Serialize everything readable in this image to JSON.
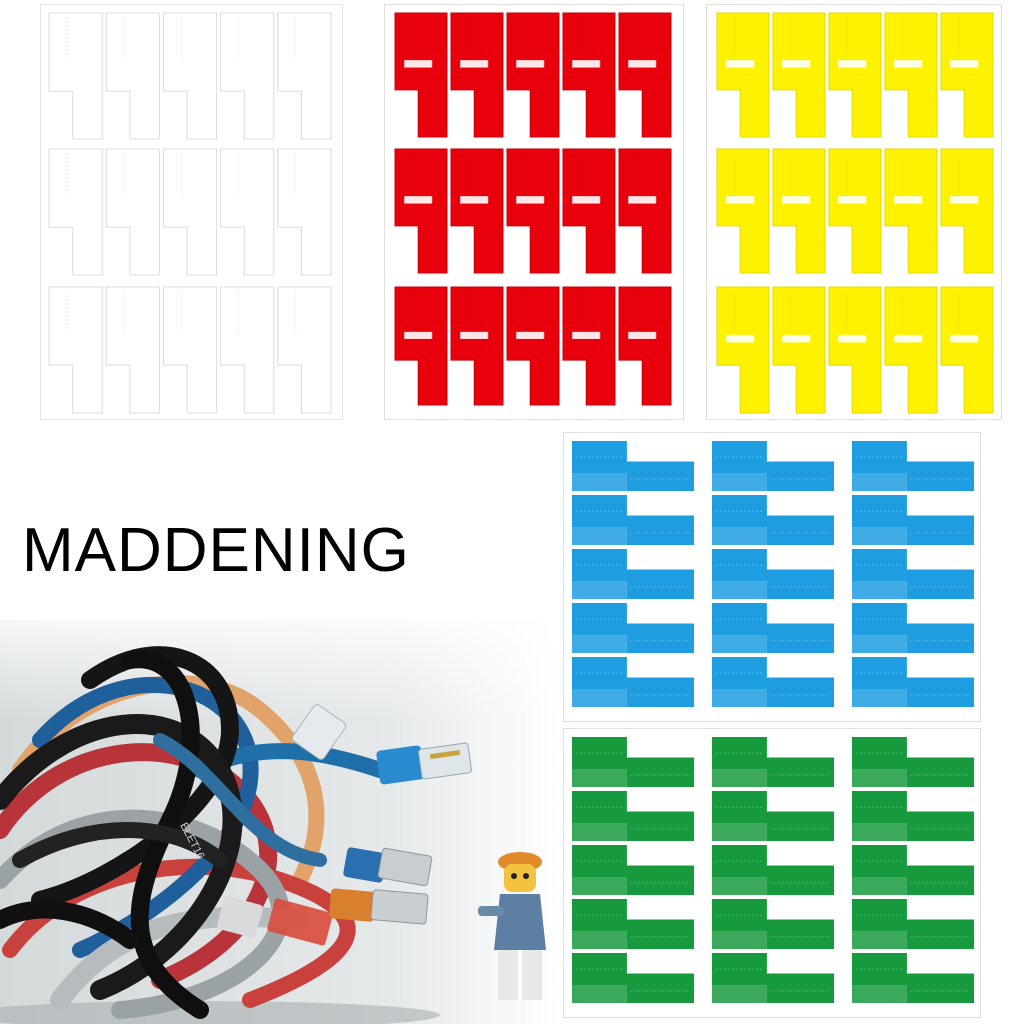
{
  "headline": "MADDENING",
  "cable_print": "ELET16",
  "colors": {
    "white_sheet": "#ffffff",
    "red_sheet": "#e8000c",
    "yellow_sheet": "#fff200",
    "blue_sheet": "#1e9ee0",
    "green_sheet": "#179a3e",
    "background": "#ffffff",
    "photo_background": "#d6dcdd"
  },
  "label_sheets": [
    {
      "color": "white",
      "layout": "3 blocks x 5 columns"
    },
    {
      "color": "red",
      "layout": "3 blocks x 5 columns"
    },
    {
      "color": "yellow",
      "layout": "3 blocks x 5 columns"
    },
    {
      "color": "blue",
      "layout": "3 columns x 5 rows"
    },
    {
      "color": "green",
      "layout": "3 columns x 5 rows"
    }
  ],
  "photo": {
    "subject": "tangled network cables with RJ45 connectors",
    "figure": "toy construction worker figure"
  }
}
